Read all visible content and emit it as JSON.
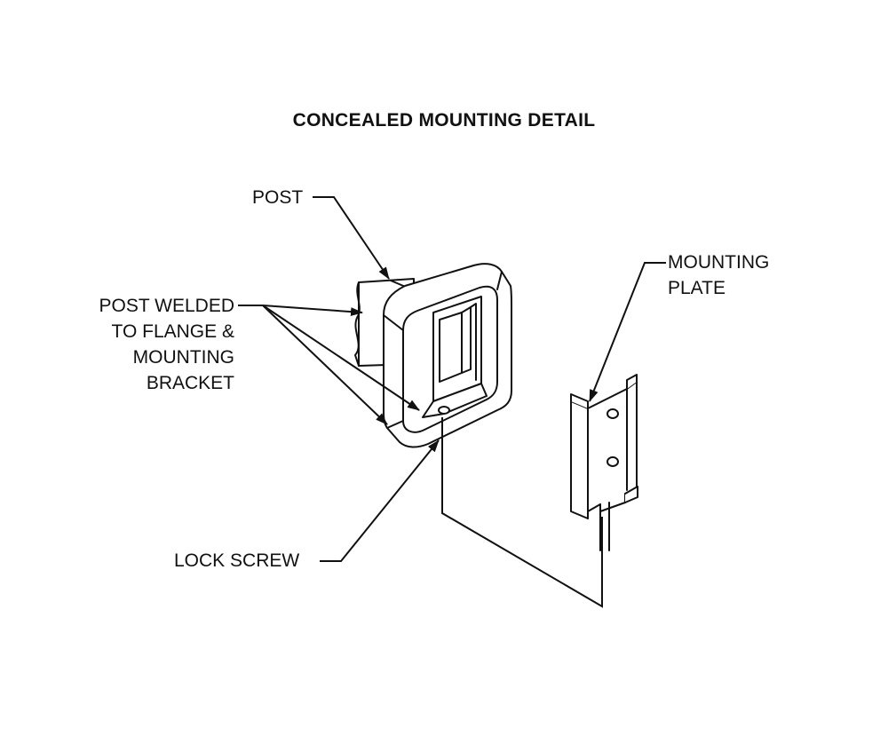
{
  "title": "CONCEALED MOUNTING DETAIL",
  "labels": {
    "post": "POST",
    "post_welded": [
      "POST WELDED",
      "TO FLANGE &",
      "MOUNTING",
      "BRACKET"
    ],
    "lock_screw": "LOCK SCREW",
    "mounting_plate": [
      "MOUNTING",
      "PLATE"
    ]
  }
}
